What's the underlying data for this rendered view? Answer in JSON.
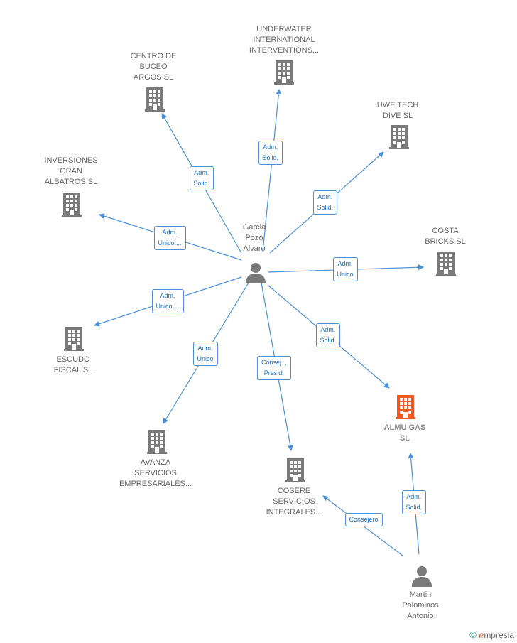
{
  "colors": {
    "edge": "#4a90d9",
    "node": "#7a7a7a",
    "highlight": "#f05a22"
  },
  "companies": [
    {
      "id": "underwater",
      "label": "UNDERWATER\nINTERNATIONAL\nINTERVENTIONS...",
      "highlight": false
    },
    {
      "id": "centro",
      "label": "CENTRO DE\nBUCEO\nARGOS  SL",
      "highlight": false
    },
    {
      "id": "uwe",
      "label": "UWE TECH\nDIVE  SL",
      "highlight": false
    },
    {
      "id": "inversiones",
      "label": "INVERSIONES\nGRAN\nALBATROS  SL",
      "highlight": false
    },
    {
      "id": "costa",
      "label": "COSTA\nBRICKS  SL",
      "highlight": false
    },
    {
      "id": "escudo",
      "label": "ESCUDO\nFISCAL  SL",
      "highlight": false
    },
    {
      "id": "almu",
      "label": "ALMU GAS\nSL",
      "highlight": true
    },
    {
      "id": "avanza",
      "label": "AVANZA\nSERVICIOS\nEMPRESARIALES...",
      "highlight": false
    },
    {
      "id": "cosere",
      "label": "COSERE\nSERVICIOS\nINTEGRALES...",
      "highlight": false
    }
  ],
  "persons": [
    {
      "id": "garcia",
      "label": "Garcia\nPozo\nAlvaro"
    },
    {
      "id": "martin",
      "label": "Martin\nPalominos\nAntonio"
    }
  ],
  "edges": [
    {
      "from": "garcia",
      "to": "underwater",
      "label": "Adm.\nSolid."
    },
    {
      "from": "garcia",
      "to": "centro",
      "label": "Adm.\nSolid."
    },
    {
      "from": "garcia",
      "to": "uwe",
      "label": "Adm.\nSolid."
    },
    {
      "from": "garcia",
      "to": "inversiones",
      "label": "Adm.\nUnico,..."
    },
    {
      "from": "garcia",
      "to": "costa",
      "label": "Adm.\nUnico"
    },
    {
      "from": "garcia",
      "to": "escudo",
      "label": "Adm.\nUnico,..."
    },
    {
      "from": "garcia",
      "to": "almu",
      "label": "Adm.\nSolid."
    },
    {
      "from": "garcia",
      "to": "avanza",
      "label": "Adm.\nUnico"
    },
    {
      "from": "garcia",
      "to": "cosere",
      "label": "Consej. ,\nPresid."
    },
    {
      "from": "martin",
      "to": "cosere",
      "label": "Consejero"
    },
    {
      "from": "martin",
      "to": "almu",
      "label": "Adm.\nSolid."
    }
  ],
  "footer": {
    "copyright": "©",
    "brand_initial": "e",
    "brand_rest": "mpresia"
  }
}
